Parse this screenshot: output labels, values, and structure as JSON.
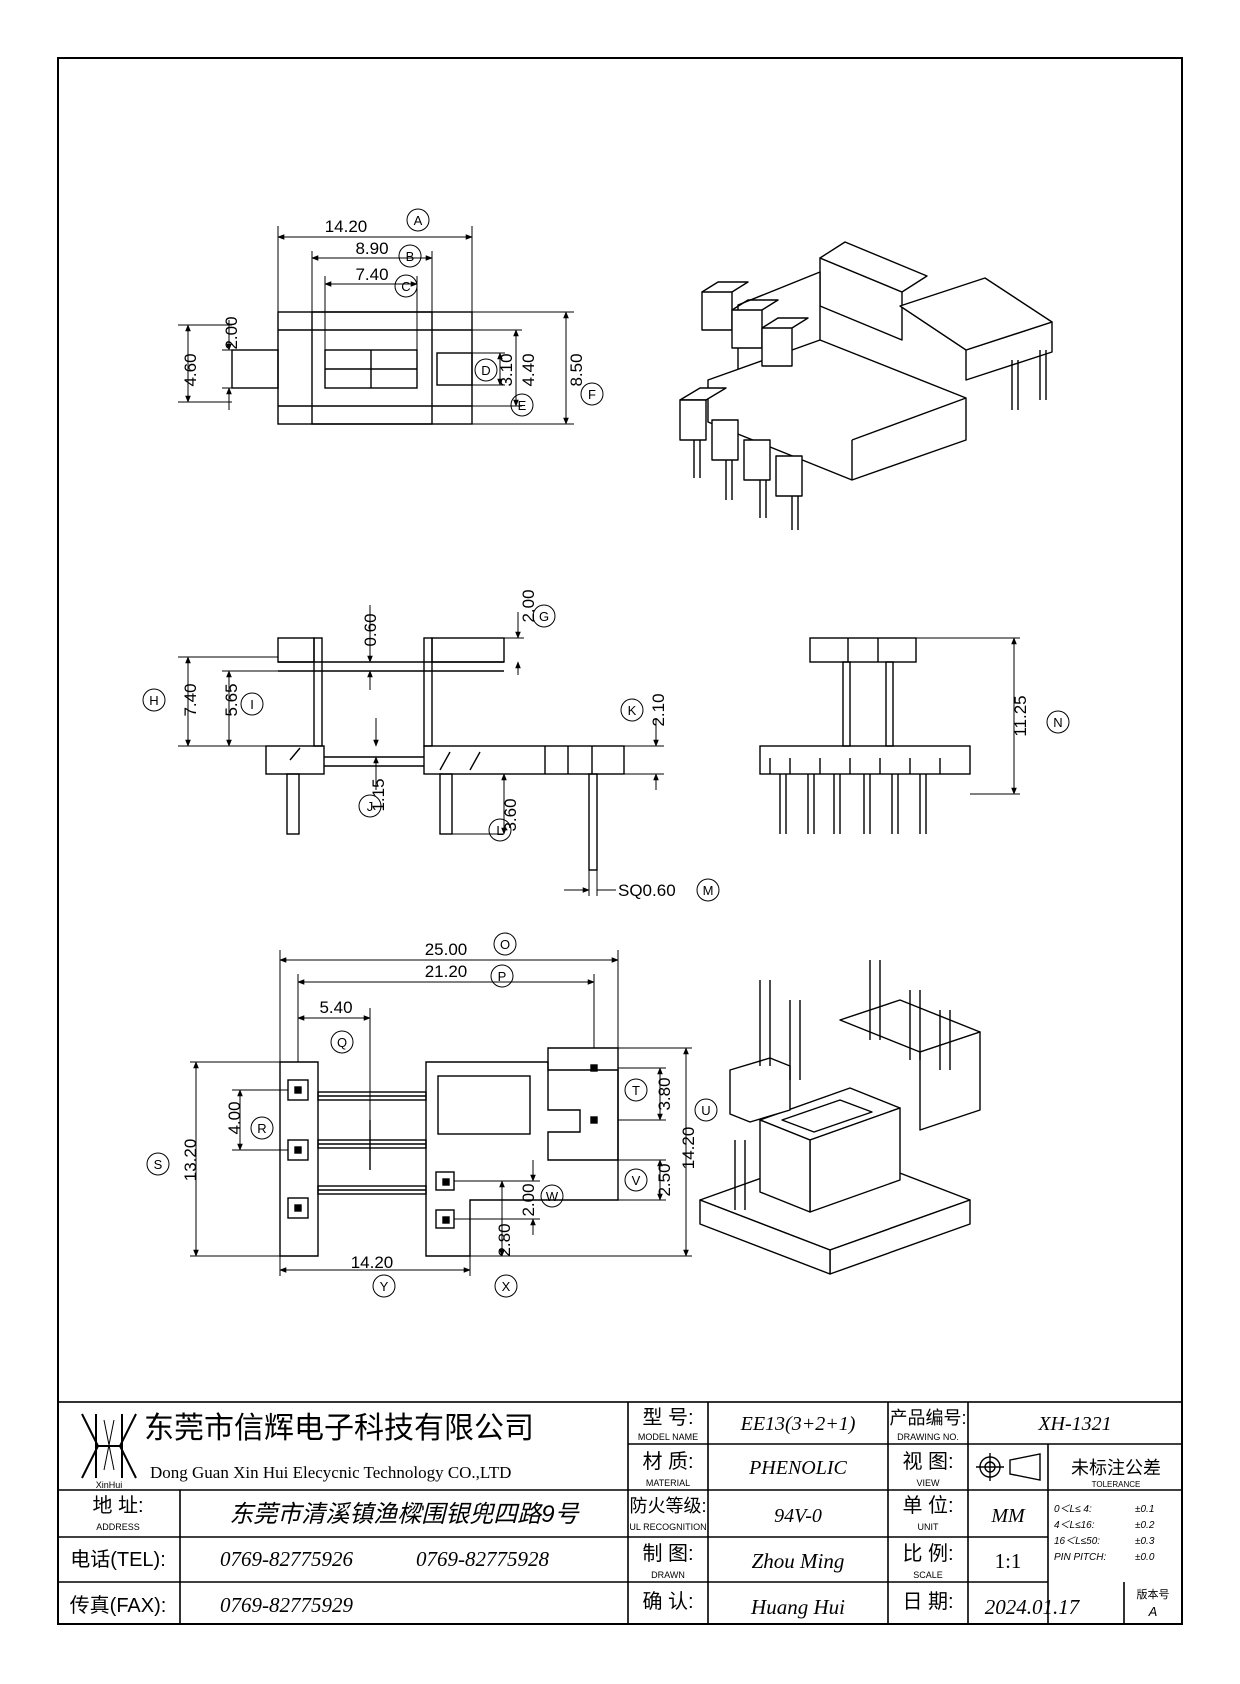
{
  "dims": {
    "A": "14.20",
    "B": "8.90",
    "C": "7.40",
    "D": "3.10",
    "E": "4.40",
    "F": "8.50",
    "h200": "2.00",
    "h460": "4.60",
    "G": "2.00",
    "g060": "0.60",
    "H": "7.40",
    "I": "5.65",
    "J": "1.15",
    "K": "2.10",
    "L": "3.60",
    "M": "SQ0.60",
    "N": "11.25",
    "O": "25.00",
    "P": "21.20",
    "Q": "5.40",
    "R": "4.00",
    "S": "13.20",
    "T": "3.80",
    "U": "14.20",
    "V": "2.50",
    "W": "2.00",
    "X": "2.80",
    "Y": "14.20"
  },
  "bubbles": [
    "A",
    "B",
    "C",
    "D",
    "E",
    "F",
    "G",
    "H",
    "I",
    "J",
    "K",
    "L",
    "M",
    "N",
    "O",
    "P",
    "Q",
    "R",
    "S",
    "T",
    "U",
    "V",
    "W",
    "X",
    "Y"
  ],
  "title_block": {
    "company_cn": "东莞市信辉电子科技有限公司",
    "company_en": "Dong Guan Xin Hui Elecycnic Technology CO.,LTD",
    "logo_text": "XinHui",
    "address_label_cn": "地  址:",
    "address_label_en": "ADDRESS",
    "address_value": "东莞市清溪镇渔樑围银兜四路9号",
    "tel_label": "电话(TEL):",
    "tel_value_1": "0769-82775926",
    "tel_value_2": "0769-82775928",
    "fax_label": "传真(FAX):",
    "fax_value": "0769-82775929",
    "model_label_cn": "型  号:",
    "model_label_en": "MODEL NAME",
    "model_value": "EE13(3+2+1)",
    "material_label_cn": "材  质:",
    "material_label_en": "MATERIAL",
    "material_value": "PHENOLIC",
    "ul_label_cn": "防火等级:",
    "ul_label_en": "UL RECOGNITION",
    "ul_value": "94V-0",
    "drawn_label_cn": "制  图:",
    "drawn_label_en": "DRAWN",
    "drawn_value": "Zhou Ming",
    "confirm_label_cn": "确  认:",
    "confirm_value": "Huang Hui",
    "drawing_no_label_cn": "产品编号:",
    "drawing_no_label_en": "DRAWING NO.",
    "drawing_no_value": "XH-1321",
    "view_label_cn": "视  图:",
    "view_label_en": "VIEW",
    "unit_label_cn": "单  位:",
    "unit_label_en": "UNIT",
    "unit_value": "MM",
    "scale_label_cn": "比  例:",
    "scale_label_en": "SCALE",
    "scale_value": "1:1",
    "date_label_cn": "日  期:",
    "date_value": "2024.01.17",
    "tolerance_title_cn": "未标注公差",
    "tolerance_title_en": "TOLERANCE",
    "tolerances": [
      {
        "range": "0＜L≤ 4:",
        "value": "±0.1"
      },
      {
        "range": "4＜L≤16:",
        "value": "±0.2"
      },
      {
        "range": "16＜L≤50:",
        "value": "±0.3"
      },
      {
        "range": "PIN PITCH:",
        "value": "±0.0"
      }
    ],
    "rev_label": "版本号",
    "rev_value": "A"
  }
}
